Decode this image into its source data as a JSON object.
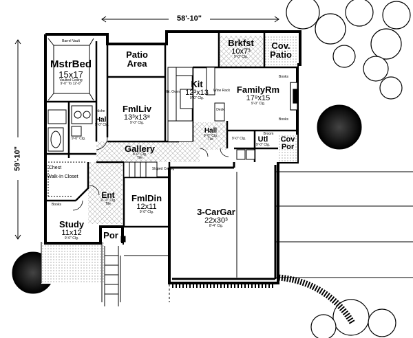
{
  "overall": {
    "width": "58'-10\"",
    "depth": "59'-10\""
  },
  "rooms": [
    {
      "key": "mstr",
      "name": "MstrBed",
      "dim": "15x17",
      "notes": [
        "Vaulted Ceiling",
        "9'-0\" To 12'-0\""
      ]
    },
    {
      "key": "patio",
      "name": "Patio",
      "dim": "Area",
      "notes": []
    },
    {
      "key": "brkfst",
      "name": "Brkfst",
      "dim": "10x7³",
      "notes": [
        "9'-0\" Clg."
      ]
    },
    {
      "key": "covpatio",
      "name": "Cov.",
      "dim": "Patio",
      "notes": []
    },
    {
      "key": "kit",
      "name": "Kit",
      "dim": "12³x13",
      "notes": [
        "9'-0\" Clg."
      ]
    },
    {
      "key": "family",
      "name": "FamilyRm",
      "dim": "17⁸x15",
      "notes": [
        "9'-0\" Clg."
      ]
    },
    {
      "key": "fmlliv",
      "name": "FmlLiv",
      "dim": "13³x13⁸",
      "notes": [
        "9'-0\" Clg."
      ]
    },
    {
      "key": "hall1",
      "name": "Hall",
      "dim": "9'-0\" Clg.",
      "notes": []
    },
    {
      "key": "hall2",
      "name": "Hall",
      "dim": "9'-0\" Clg.",
      "notes": [
        "Tile"
      ]
    },
    {
      "key": "utl",
      "name": "Utl",
      "dim": "9'-0\" Clg.",
      "notes": []
    },
    {
      "key": "covpor",
      "name": "Cov",
      "dim": "Por",
      "notes": []
    },
    {
      "key": "gallery",
      "name": "Gallery",
      "dim": "9'-0\" Clg.",
      "notes": [
        "Tile"
      ]
    },
    {
      "key": "ent",
      "name": "Ent",
      "dim": "11'-0\" Clg.",
      "notes": [
        "Tile"
      ]
    },
    {
      "key": "fmldin",
      "name": "FmlDin",
      "dim": "12x11",
      "notes": [
        "9'-0\" Clg."
      ]
    },
    {
      "key": "garage",
      "name": "3-CarGar",
      "dim": "22x30³",
      "notes": [
        "8'-4\" Clg."
      ]
    },
    {
      "key": "study",
      "name": "Study",
      "dim": "11x12",
      "notes": [
        "9'-0\" Clg."
      ]
    },
    {
      "key": "por",
      "name": "Por",
      "dim": "",
      "notes": []
    }
  ],
  "small_labels": {
    "barrel_vault": "Barrel Vault",
    "walkin": "Walk-In Closet",
    "chest": "Chest",
    "books_study": "Books",
    "books_fam1": "Books",
    "books_fam2": "Books",
    "niche": "Niche",
    "dbl_oven": "Dbl. Oven",
    "wine": "Wine Rack",
    "desk": "Desk",
    "broom": "Broom",
    "sloped": "Sloped Ceiling",
    "clg9_a": "9'-0\" Clg.",
    "clg9_b": "9'-0\" Clg."
  }
}
